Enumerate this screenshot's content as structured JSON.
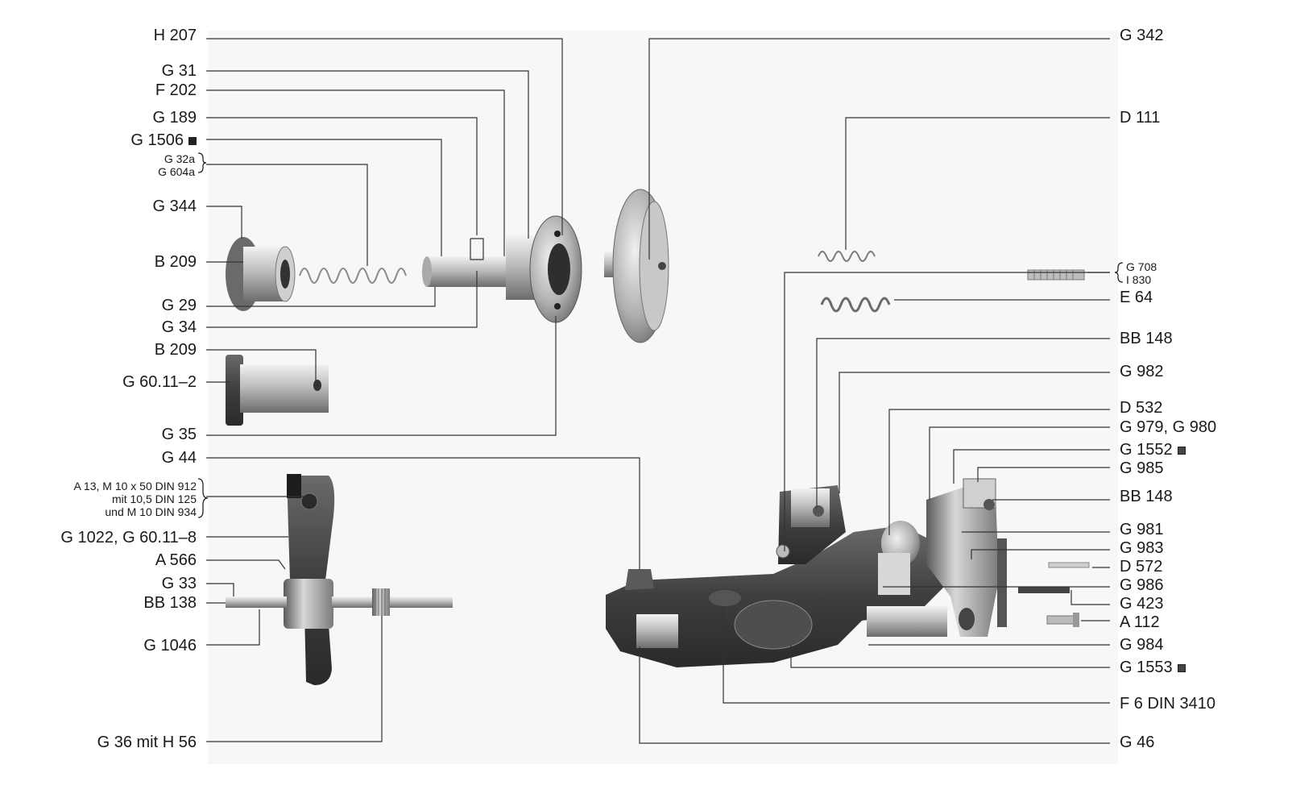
{
  "left_labels": {
    "h207": "H 207",
    "g31": "G 31",
    "f202": "F 202",
    "g189": "G 189",
    "g1506": "G 1506",
    "g32a": "G 32a",
    "g604a": "G 604a",
    "g344": "G 344",
    "b209_top": "B 209",
    "g29": "G 29",
    "g34": "G 34",
    "b209_mid": "B 209",
    "g60_11_2": "G 60.11–2",
    "g35": "G 35",
    "g44": "G 44",
    "a13_line1": "A 13, M 10 x 50 DIN 912",
    "a13_line2": "mit 10,5 DIN 125",
    "a13_line3": "und M 10 DIN 934",
    "g1022": "G 1022, G 60.11–8",
    "a566": "A 566",
    "g33": "G 33",
    "bb138": "BB 138",
    "g1046": "G 1046",
    "g36": "G 36 mit H 56"
  },
  "right_labels": {
    "g342": "G 342",
    "d111": "D 111",
    "g708": "G 708",
    "i830": "I 830",
    "e64": "E 64",
    "bb148_top": "BB 148",
    "g982": "G 982",
    "d532": "D 532",
    "g979": "G 979, G 980",
    "g1552": "G 1552",
    "g985": "G 985",
    "bb148_mid": "BB 148",
    "g981": "G 981",
    "g983": "G 983",
    "d572": "D 572",
    "g986": "G 986",
    "g423": "G 423",
    "a112": "A 112",
    "g984": "G 984",
    "g1553": "G 1553",
    "f6": "F 6 DIN 3410",
    "g46": "G 46"
  },
  "colors": {
    "ink": "#1a1a1a",
    "metal_light": "#e6e6e6",
    "metal_mid": "#a8a8a8",
    "metal_dark": "#555555",
    "cast_dark": "#3a3a3a"
  }
}
